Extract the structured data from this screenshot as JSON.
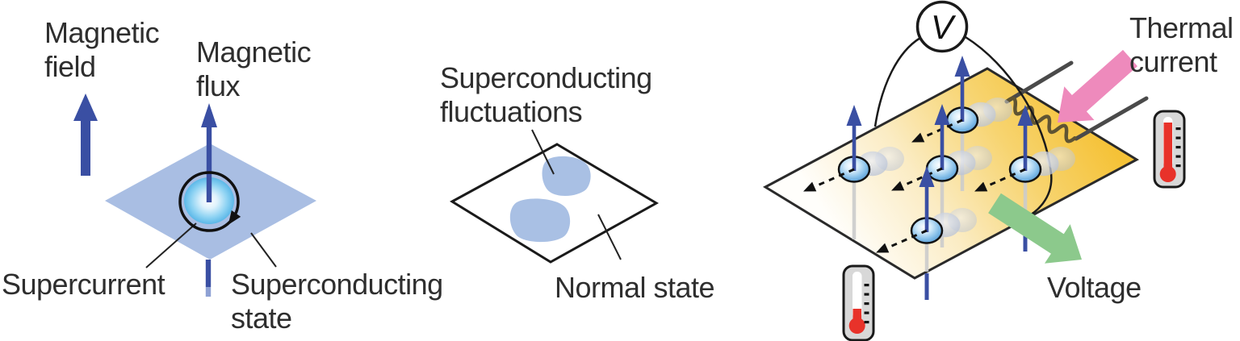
{
  "diagram": {
    "left_panel": {
      "magnetic_field": "Magnetic\nfield",
      "magnetic_flux": "Magnetic\nflux",
      "supercurrent": "Supercurrent",
      "superconducting_state": "Superconducting\nstate"
    },
    "middle_panel": {
      "superconducting_fluctuations": "Superconducting\nfluctuations",
      "normal_state": "Normal state"
    },
    "right_panel": {
      "voltmeter": "V",
      "thermal_current": "Thermal\ncurrent",
      "voltage": "Voltage",
      "vortex_count": 5
    },
    "colors": {
      "arrow_blue": "#3a4fa3",
      "plane_blue": "#a9bee3",
      "blob_blue": "#a9c0e4",
      "vortex_core_blue": "#49aee4",
      "plane_gold": "#f5c237",
      "thermal_pink": "#ee8abc",
      "voltage_green": "#8cc98c",
      "thermometer_red": "#e8322a",
      "heater_olive": "#5f5433",
      "text": "#2e2e2e"
    }
  }
}
